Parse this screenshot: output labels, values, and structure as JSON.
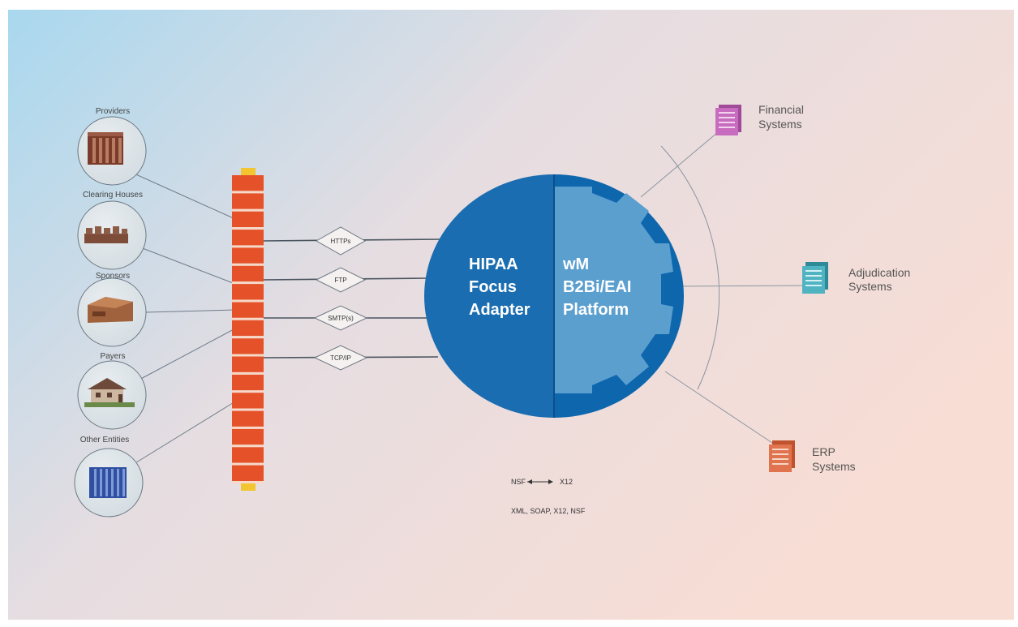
{
  "entities": [
    {
      "label": "Providers",
      "icon": "provider-building-icon"
    },
    {
      "label": "Clearing Houses",
      "icon": "clearing-house-icon"
    },
    {
      "label": "Sponsors",
      "icon": "sponsor-building-icon"
    },
    {
      "label": "Payers",
      "icon": "payer-house-icon"
    },
    {
      "label": "Other Entities",
      "icon": "office-building-icon"
    }
  ],
  "protocols": [
    "HTTPs",
    "FTP",
    "SMTP(s)",
    "TCP/IP"
  ],
  "hub": {
    "left_lines": [
      "HIPAA",
      "Focus",
      "Adapter"
    ],
    "right_lines": [
      "wM",
      "B2Bi/EAI",
      "Platform"
    ]
  },
  "systems": [
    {
      "lines": [
        "Financial",
        "Systems"
      ],
      "icon": "financial-systems-icon",
      "color": "#c86cc0"
    },
    {
      "lines": [
        "Adjudication",
        "Systems"
      ],
      "icon": "adjudication-systems-icon",
      "color": "#4fb3c2"
    },
    {
      "lines": [
        "ERP",
        "Systems"
      ],
      "icon": "erp-systems-icon",
      "color": "#e0744e"
    }
  ],
  "formats": {
    "mapping_left": "NSF",
    "mapping_right": "X12",
    "list": "XML, SOAP, X12, NSF"
  },
  "colors": {
    "hub_dark": "#1a6db0",
    "hub_light": "#5b9fcf",
    "firewall": "#e5522a",
    "firewall_cap": "#f2c531"
  }
}
